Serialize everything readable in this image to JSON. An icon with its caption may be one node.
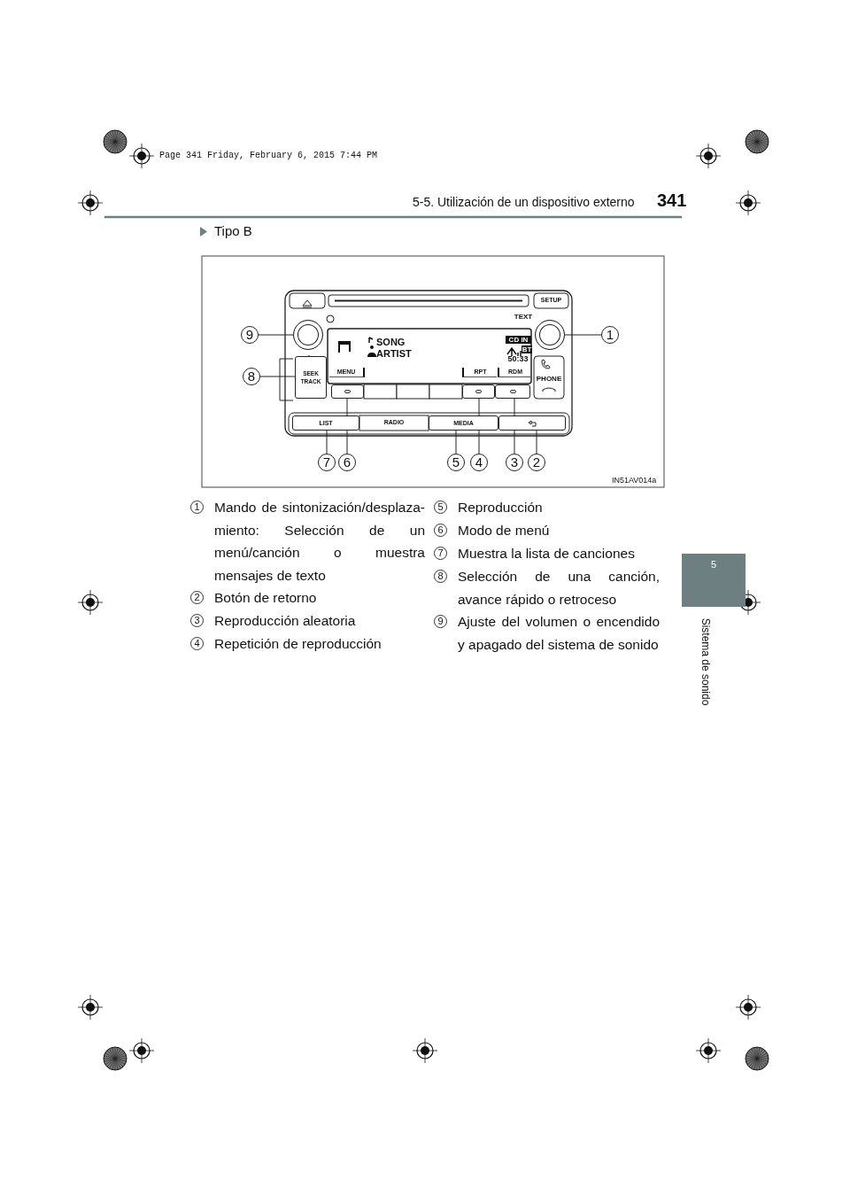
{
  "diagram": {
    "nodes": [
      {
        "text": [],
        "shape": "circle"
      },
      {
        "text": [],
        "shape": "circle"
      },
      {
        "text": [
          "9"
        ]
      },
      {
        "text": [
          "1"
        ]
      },
      {
        "text": [
          "SEEK TRACK"
        ]
      },
      {
        "text": [
          "8"
        ]
      },
      {
        "text": [],
        "shape": "box"
      },
      {
        "text": [],
        "shape": "box"
      },
      {
        "text": [],
        "shape": "box"
      },
      {
        "text": [
          "LIST"
        ]
      },
      {
        "text": [
          "MEDIA"
        ]
      },
      {
        "text": [],
        "shape": "box"
      },
      {
        "text": [
          "7"
        ]
      },
      {
        "text": [
          "6"
        ]
      },
      {
        "text": [
          "5"
        ]
      },
      {
        "text": [
          "4"
        ]
      },
      {
        "text": [
          "3"
        ]
      },
      {
        "text": [
          "2"
        ]
      }
    ],
    "edges": [
      {
        "from": 2,
        "to": 0,
        "arrow": "none"
      },
      {
        "from": 3,
        "to": 1,
        "arrow": "none"
      },
      {
        "from": 5,
        "to": 4,
        "arrow": "none"
      },
      {
        "from": 12,
        "to": 9,
        "arrow": "none"
      },
      {
        "from": 13,
        "to": 6,
        "arrow": "none"
      },
      {
        "from": 14,
        "to": 10,
        "arrow": "none"
      },
      {
        "from": 15,
        "to": 7,
        "arrow": "none"
      },
      {
        "from": 16,
        "to": 8,
        "arrow": "none"
      },
      {
        "from": 17,
        "to": 11,
        "arrow": "none"
      }
    ],
    "labels": [
      "Page 341  Friday, February 6, 2015  7:44 PM",
      "5-5. Utilización de un dispositivo externo",
      "341",
      "Tipo B",
      "SETUP",
      "TEXT",
      "SONG",
      "ARTIST",
      "CD IN",
      "BT",
      "50:33",
      "MENU",
      "RPT",
      "RDM",
      "PHONE",
      "RADIO",
      "IN51AV014a",
      "1",
      "Mando de sintonización/desplaza-miento: Selección de un menú/canción o muestra mensajes de texto",
      "2",
      "Botón de retorno",
      "3",
      "Reproducción aleatoria",
      "4",
      "Repetición de reproducción",
      "5",
      "Reproducción",
      "6",
      "Modo de menú",
      "7",
      "Muestra la lista de canciones",
      "8",
      "Selección de una canción, avance rápido o retroceso",
      "9",
      "Ajuste del volumen o encendido y apagado del sistema de sonido",
      "5",
      "Sistema de sonido"
    ]
  }
}
